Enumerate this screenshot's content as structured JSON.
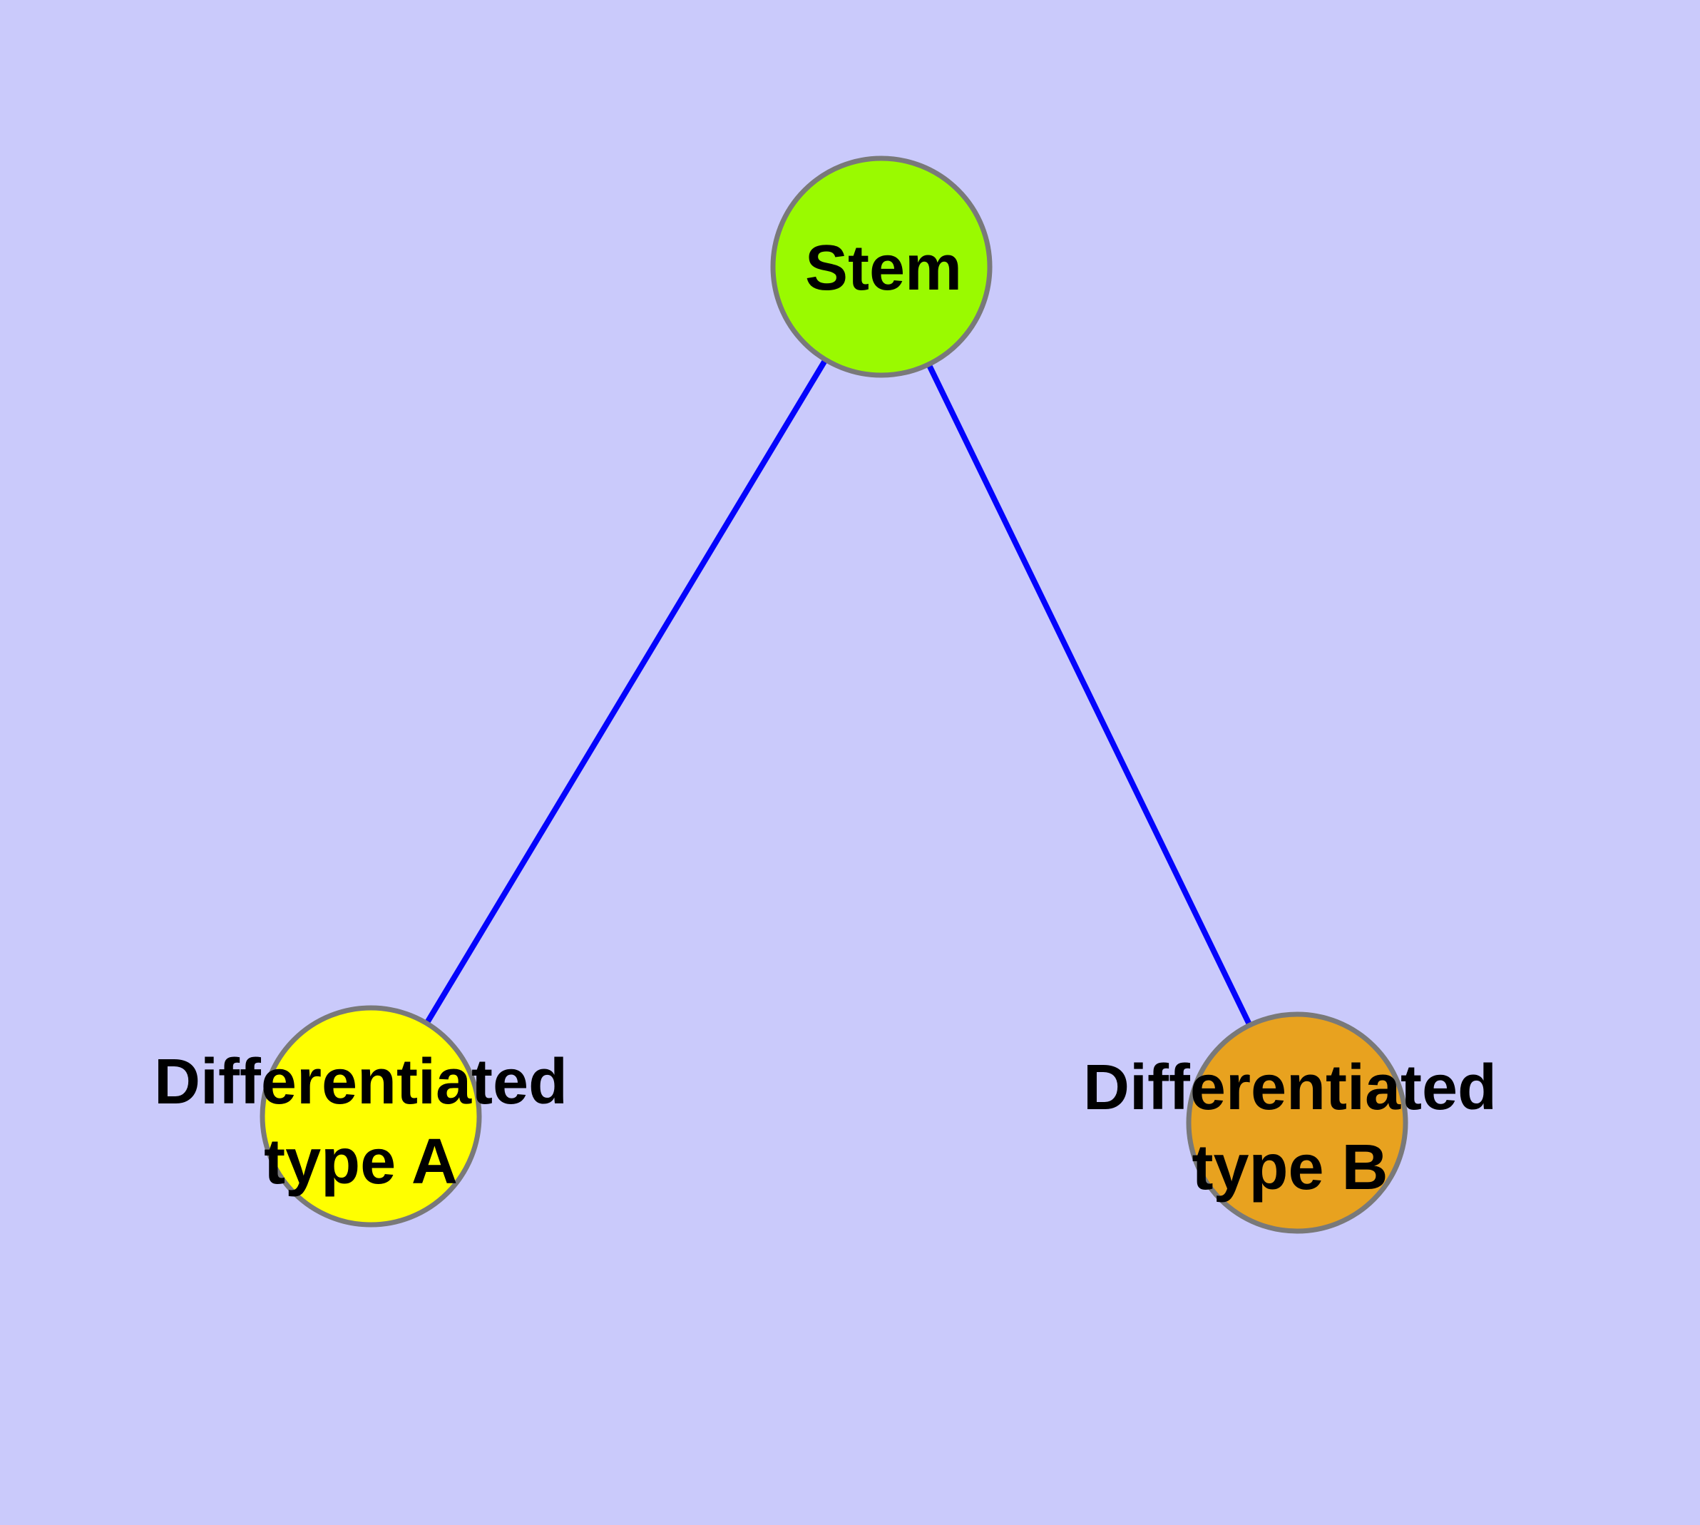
{
  "diagram": {
    "background_color": "#cacafb",
    "edge_color": "#0404fc",
    "node_border_color": "#797979",
    "label_color": "#000000",
    "nodes": [
      {
        "id": "stem",
        "label": "Stem",
        "fill": "#9afa00"
      },
      {
        "id": "differentiated-type-a",
        "label": "Differentiated type A",
        "label_line1": "Differentiated",
        "label_line2": "type A",
        "fill": "#ffff00"
      },
      {
        "id": "differentiated-type-b",
        "label": "Differentiated type B",
        "label_line1": "Differentiated",
        "label_line2": "type B",
        "fill": "#e8a21f"
      }
    ],
    "edges": [
      {
        "from": "stem",
        "to": "differentiated-type-a"
      },
      {
        "from": "stem",
        "to": "differentiated-type-b"
      }
    ]
  }
}
